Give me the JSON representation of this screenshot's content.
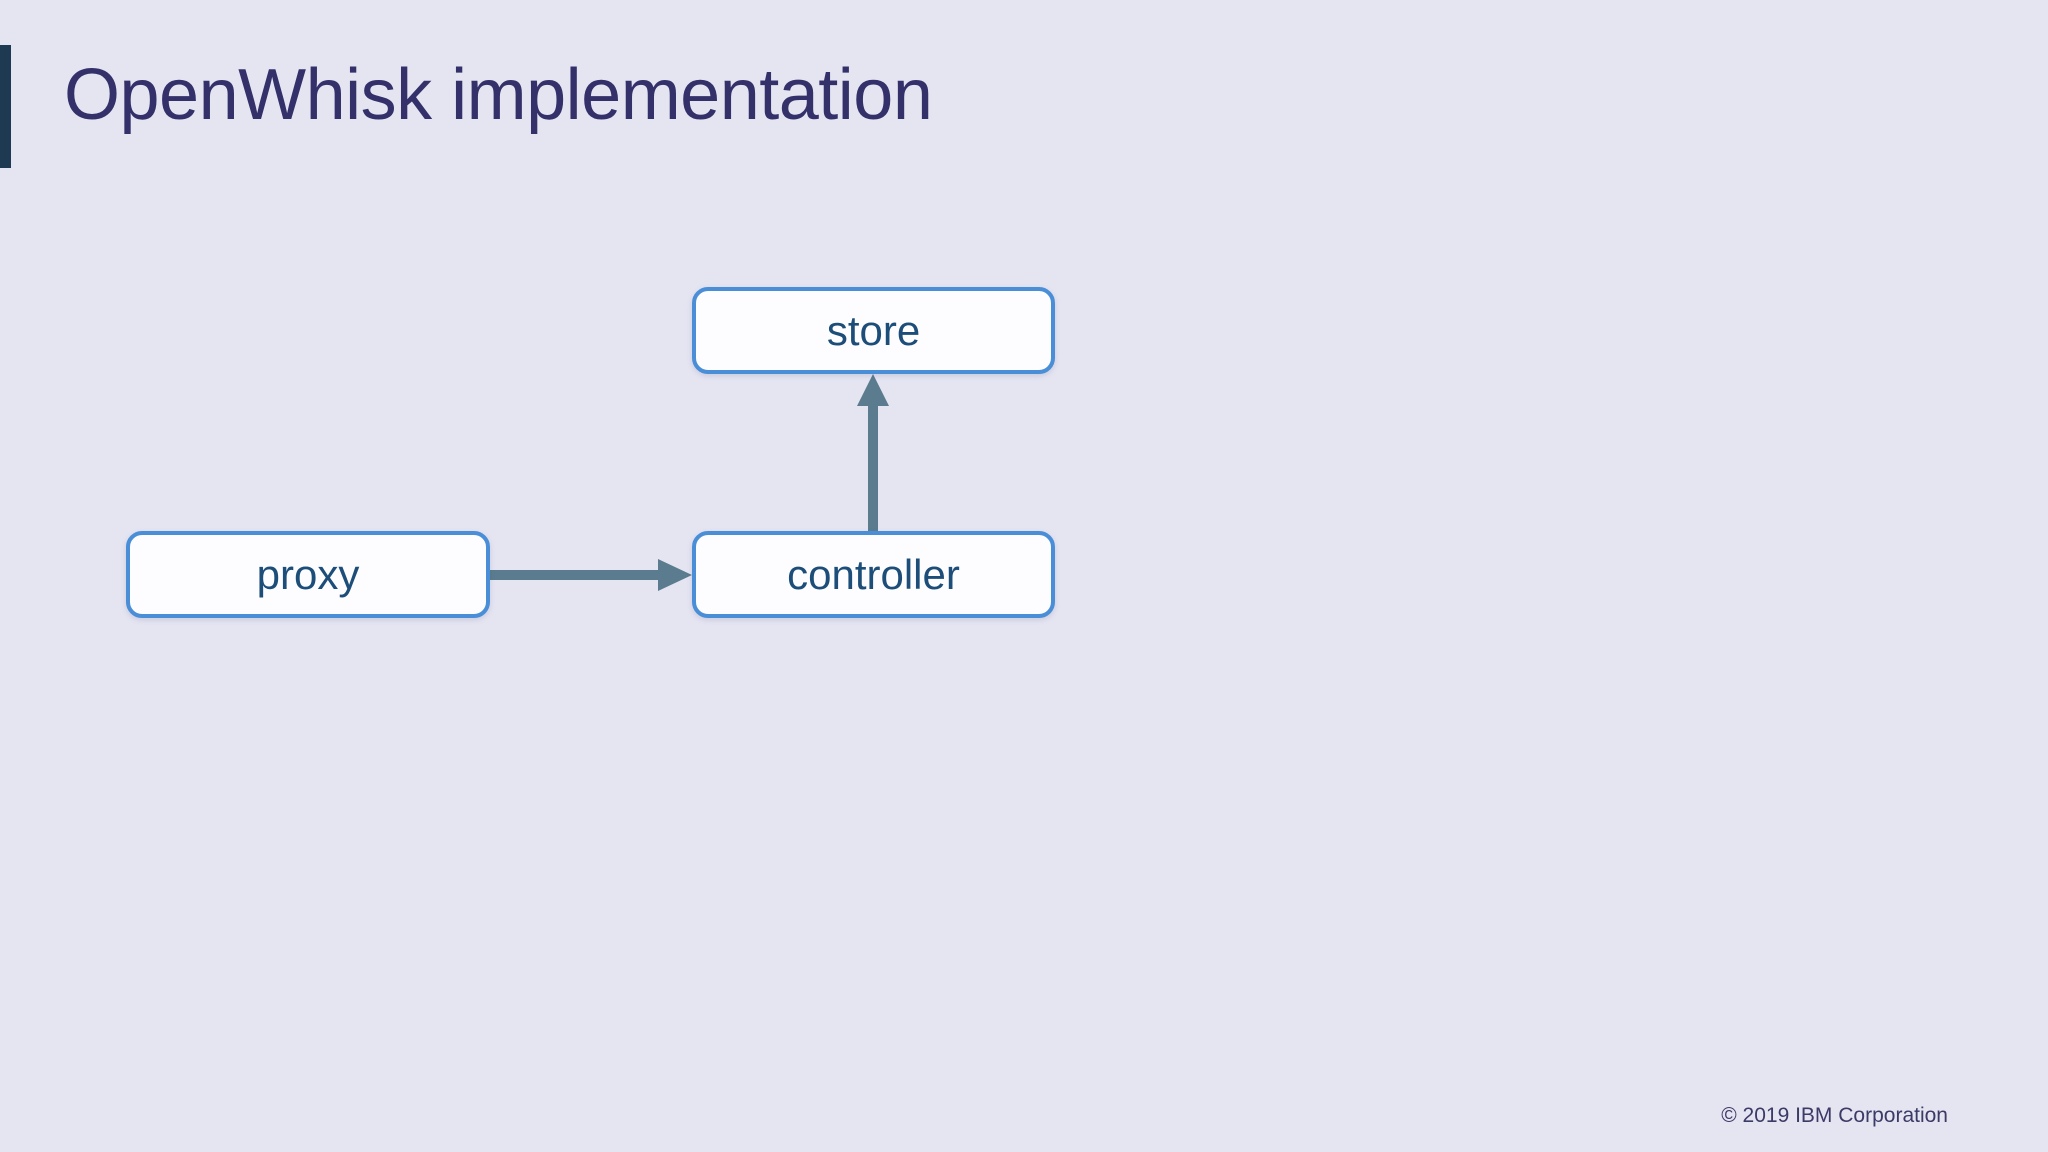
{
  "slide": {
    "title": "OpenWhisk implementation",
    "footer_copyright": "© 2019 IBM Corporation"
  },
  "diagram": {
    "nodes": [
      {
        "id": "store",
        "label": "store"
      },
      {
        "id": "proxy",
        "label": "proxy"
      },
      {
        "id": "controller",
        "label": "controller"
      }
    ],
    "edges": [
      {
        "from": "proxy",
        "to": "controller",
        "direction": "right"
      },
      {
        "from": "controller",
        "to": "store",
        "direction": "up"
      }
    ]
  },
  "colors": {
    "background": "#e5e5f2",
    "accent_bar": "#1e3a52",
    "title_text": "#34306a",
    "node_border": "#4a8ed8",
    "node_fill": "#fdfdff",
    "node_text": "#1d4e79",
    "arrow": "#5b7c8e",
    "footer_text": "#3c3a66"
  }
}
